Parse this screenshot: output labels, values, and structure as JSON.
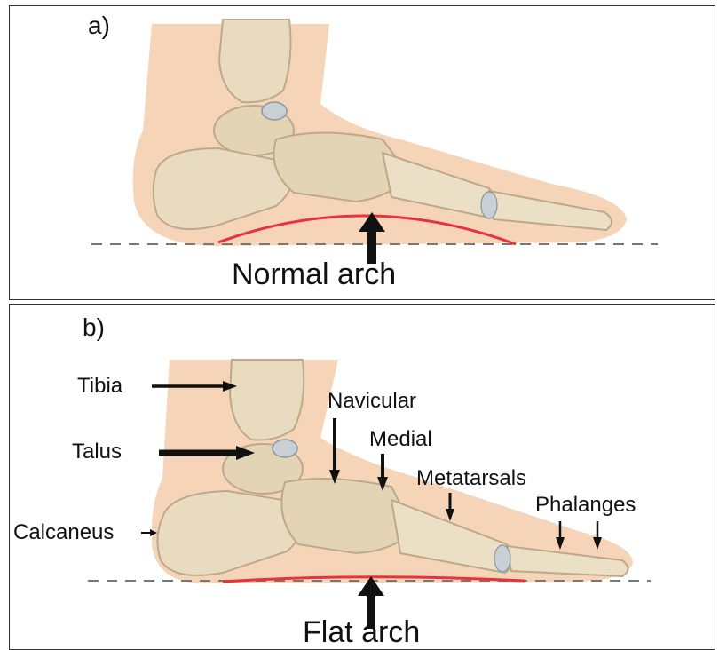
{
  "panels": {
    "a": {
      "label": "a)",
      "caption": "Normal arch"
    },
    "b": {
      "label": "b)",
      "caption": "Flat arch",
      "bone_labels": {
        "tibia": "Tibia",
        "talus": "Talus",
        "calcaneus": "Calcaneus",
        "navicular": "Navicular",
        "medial": "Medial",
        "metatarsals": "Metatarsals",
        "phalanges": "Phalanges"
      }
    }
  },
  "colors": {
    "skin": "#f3c9a6",
    "bone": "#e8dbc0",
    "bone_shade": "#bda98a",
    "arch_line": "#e8323c",
    "ground_line": "#777777",
    "arrow": "#111111"
  }
}
